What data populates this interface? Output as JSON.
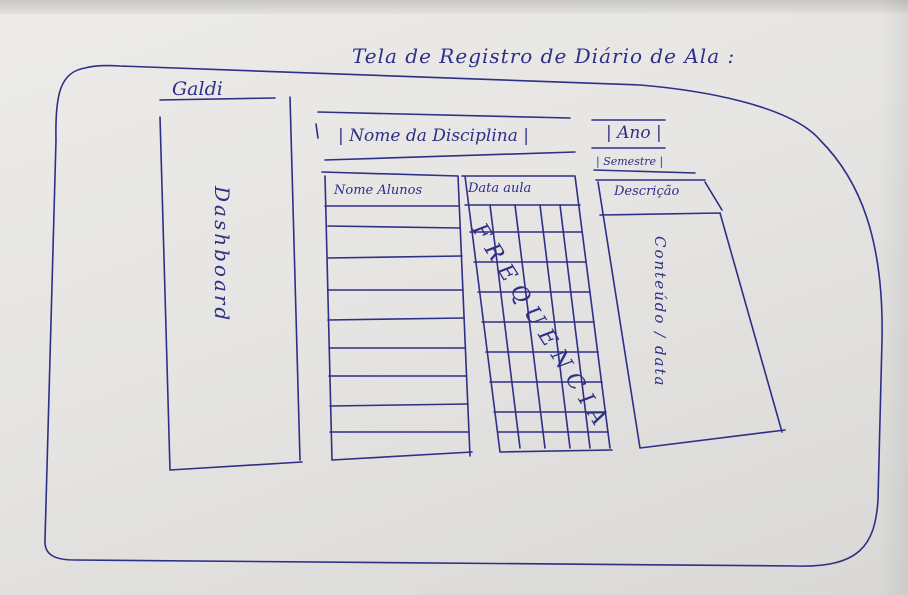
{
  "page_title": "Tela de Registro de Diário de Ala :",
  "app_name": "Galdi",
  "sidebar": {
    "label": "Dashboard"
  },
  "header": {
    "discipline_label": "| Nome da Disciplina |",
    "year_label": "| Ano |",
    "semester_label": "| Semestre |"
  },
  "columns": {
    "students_header": "Nome Alunos",
    "date_header": "Data aula",
    "description_header": "Descrição"
  },
  "grid_label": "FREQUENCIA",
  "description_content": "Conteúdo / data",
  "colors": {
    "ink": "#2e2f86",
    "paper": "#e6e5e3"
  }
}
